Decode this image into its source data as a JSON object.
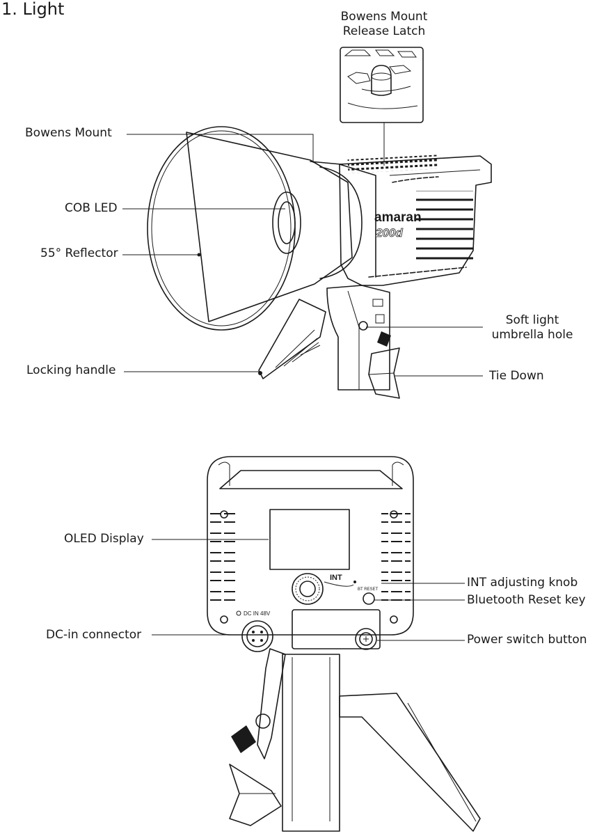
{
  "section_title": "1. Light",
  "brand": {
    "logo": "amaran",
    "model": "200d"
  },
  "panel_text": {
    "int": "INT",
    "bt_reset": "BT RESET",
    "dc_in": "DC IN  48V"
  },
  "callouts": {
    "bowens_release_latch": [
      "Bowens Mount",
      "Release Latch"
    ],
    "bowens_mount": "Bowens Mount",
    "cob_led": "COB LED",
    "reflector": "55° Reflector",
    "umbrella_hole": [
      "Soft light",
      "umbrella hole"
    ],
    "locking_handle": "Locking handle",
    "tie_down": "Tie Down",
    "oled_display": "OLED Display",
    "int_knob": "INT adjusting knob",
    "bt_reset_key": "Bluetooth Reset key",
    "dc_in_connector": "DC-in connector",
    "power_switch": "Power switch button"
  }
}
